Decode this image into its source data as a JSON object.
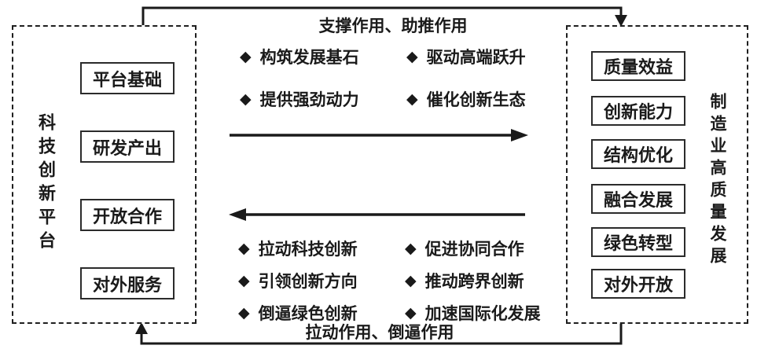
{
  "top_arc_label": "支撑作用、助推作用",
  "bottom_arc_label": "拉动作用、倒逼作用",
  "bullet_icon": "◆",
  "left_panel": {
    "label": "科技创新平台",
    "items": [
      "平台基础",
      "研发产出",
      "开放合作",
      "对外服务"
    ]
  },
  "right_panel": {
    "label": "制造业高质量发展",
    "items": [
      "质量效益",
      "创新能力",
      "结构优化",
      "融合发展",
      "绿色转型",
      "对外开放"
    ]
  },
  "forward_effects": [
    "构筑发展基石",
    "驱动高端跃升",
    "提供强劲动力",
    "催化创新生态"
  ],
  "backward_effects": [
    "拉动科技创新",
    "促进协同合作",
    "引领创新方向",
    "推动跨界创新",
    "倒逼绿色创新",
    "加速国际化发展"
  ],
  "colors": {
    "line": "#1a1a1a",
    "text": "#1a1a1a",
    "background": "#ffffff"
  }
}
